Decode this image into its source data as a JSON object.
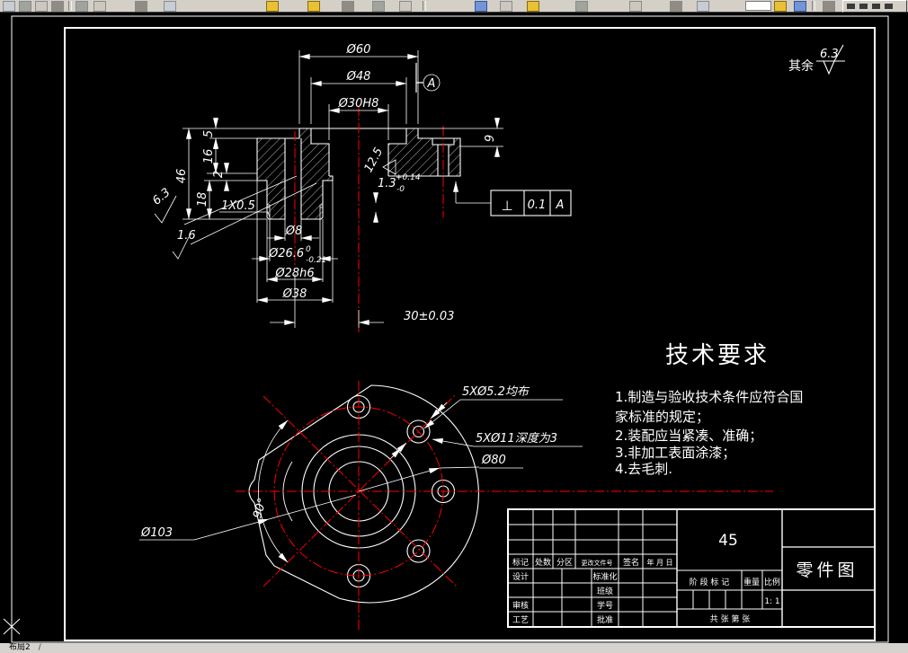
{
  "toolbar": {
    "input_value": ""
  },
  "drawing": {
    "notes": {
      "rest_prefix": "其余",
      "rest_value": "6.3"
    },
    "section": {
      "d60": "Ø60",
      "d48": "Ø48",
      "d30": "Ø30H8",
      "h46": "46",
      "h5": "5",
      "h16": "16",
      "h2": "2",
      "h18": "18",
      "chamfer": "1X0.5",
      "h9": "9",
      "d8": "Ø8",
      "d266": "Ø26.6",
      "d266_sup": "0",
      "d266_sub": "-0.21",
      "d28": "Ø28h6",
      "d38": "Ø38",
      "offset": "30±0.03",
      "groove": "1.3",
      "groove_sup": "+0.14",
      "groove_sub": "-0",
      "sf_bore": "12.5",
      "sf_left": "6.3",
      "sf_lower": "1.6",
      "datum": "A",
      "fcf": {
        "symbol": "⊥",
        "tolerance": "0.1",
        "datum": "A"
      }
    },
    "plan": {
      "holes_small": "5XØ5.2均布",
      "holes_cbore": "5XØ11深度为3",
      "bolt_circle": "Ø80",
      "outer_dia": "Ø103",
      "angle": "90°"
    }
  },
  "tech_req": {
    "title": "技术要求",
    "lines": [
      "1.制造与验收技术条件应符合国",
      "家标准的规定；",
      "2.装配应当紧凑、准确；",
      "3.非加工表面涂漆；",
      "4.去毛刺."
    ]
  },
  "title_block": {
    "material": "45",
    "part_title": "零件图",
    "rev_headers": {
      "mark": "标记",
      "count": "处数",
      "zone": "分区",
      "file_no": "更改文件号",
      "sign": "签名",
      "date": "年 月 日"
    },
    "roles": {
      "design": "设计",
      "standardize": "标准化",
      "class": "班级",
      "check": "审核",
      "student_no": "学号",
      "process": "工艺",
      "approve": "批准"
    },
    "stage": {
      "label": "阶 段 标 记",
      "weight": "重量",
      "scale": "比例",
      "scale_value": "1: 1"
    },
    "sheets": "共    张  第    张"
  },
  "taskbar": {
    "layout_tab": "布局2"
  },
  "colors": {
    "centerline": "#ff0000",
    "line": "#ffffff",
    "background": "#000000",
    "toolbar_bg": "#d4d0c8"
  }
}
